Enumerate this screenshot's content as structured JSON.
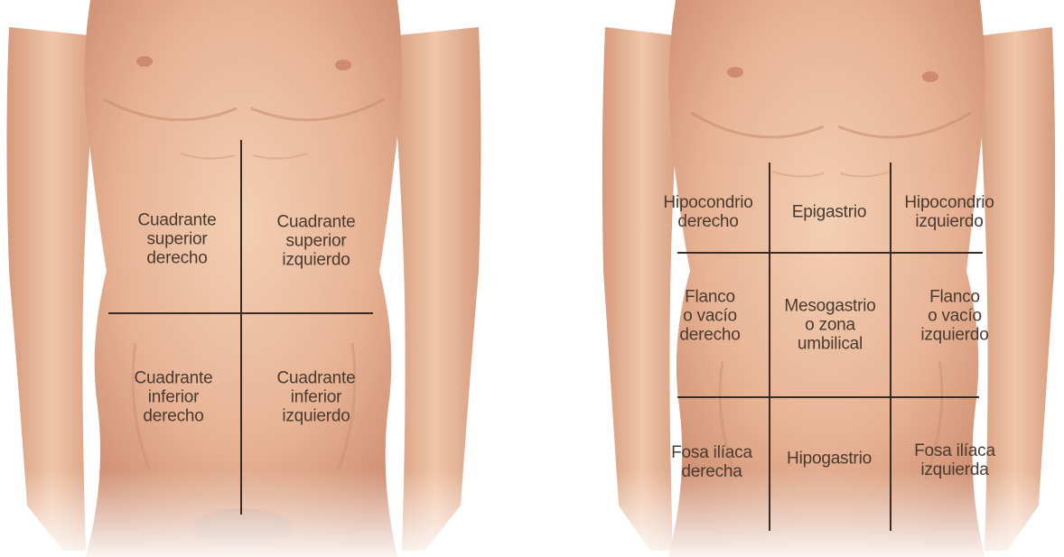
{
  "left_figure": {
    "cuadrante_superior_derecho": "Cuadrante\nsuperior\nderecho",
    "cuadrante_superior_izquierdo": "Cuadrante\nsuperior\nizquierdo",
    "cuadrante_inferior_derecho": "Cuadrante\ninferior\nderecho",
    "cuadrante_inferior_izquierdo": "Cuadrante\ninferior\nizquierdo"
  },
  "right_figure": {
    "hipocondrio_derecho": "Hipocondrio\nderecho",
    "epigastrio": "Epigastrio",
    "hipocondrio_izquierdo": "Hipocondrio\nizquierdo",
    "flanco_derecho": "Flanco\no vacío\nderecho",
    "mesogastrio": "Mesogastrio\no zona\numbilical",
    "flanco_izquierdo": "Flanco\no vacío\nizquierdo",
    "fosa_iliaca_derecha": "Fosa ilíaca\nderecha",
    "hipogastrio": "Hipogastrio",
    "fosa_iliaca_izquierda": "Fosa ilíaca\nizquierda"
  },
  "colors": {
    "skin_light": "#f1c9ad",
    "skin_mid": "#e2a98a",
    "skin_shadow": "#c98a6d",
    "divider_line": "#3a2c24",
    "label_text": "#4a3a30"
  }
}
